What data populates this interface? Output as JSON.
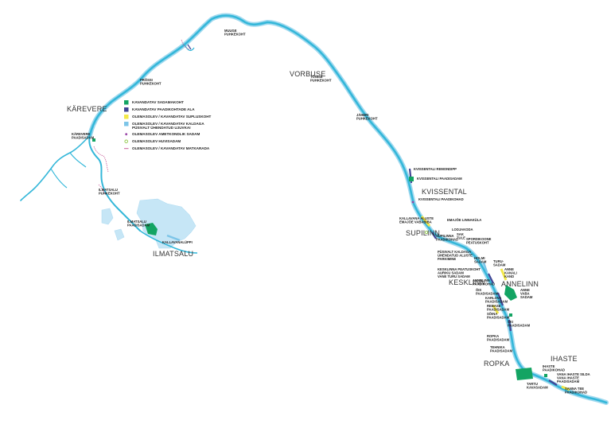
{
  "map": {
    "colors": {
      "river": "#34b7d9",
      "river_light": "#c6e6f6",
      "dock": "#13a463",
      "planned_dock": "#414596",
      "swim": "#f2e84a",
      "floodplain": "#7dc5e8",
      "marina": "#9a47a8",
      "boat_slip": "#8ac63f",
      "route": "#c75d98"
    },
    "area_labels": [
      {
        "id": "karevere",
        "text": "KÄREVERE"
      },
      {
        "id": "vorbuse",
        "text": "VORBUSE"
      },
      {
        "id": "kvissental",
        "text": "KVISSENTAL"
      },
      {
        "id": "supilinn",
        "text": "SUPILINN"
      },
      {
        "id": "ilmatsalu",
        "text": "ILMATSALU"
      },
      {
        "id": "kesklinn",
        "text": "KESKLINN"
      },
      {
        "id": "annelinn",
        "text": "ANNELINN"
      },
      {
        "id": "ropka",
        "text": "ROPKA"
      },
      {
        "id": "ihaste",
        "text": "IHASTE"
      }
    ],
    "place_labels": [
      {
        "id": "muuge",
        "lines": [
          "MUUGE",
          "PUHKEKOHT"
        ]
      },
      {
        "id": "prossi",
        "lines": [
          "PRÕSSI",
          "PUHKEKOHT"
        ]
      },
      {
        "id": "tonise",
        "lines": [
          "TÕNISE",
          "PUHKEKOHT"
        ]
      },
      {
        "id": "jaheri",
        "lines": [
          "JÄHERI",
          "PUHKEKOHT"
        ]
      },
      {
        "id": "karevere-sadam",
        "lines": [
          "KÄREVERE",
          "PAADISADAM"
        ]
      },
      {
        "id": "ilmatsalu-puhkekoht",
        "lines": [
          "ILMATSALU",
          "PUHKEKOHT"
        ]
      },
      {
        "id": "ilmatsalu-paadisadam",
        "lines": [
          "ILMATSALU",
          "PAADISADAM"
        ]
      },
      {
        "id": "kallavanaluppi",
        "lines": [
          "KALLAVANALÜPPI"
        ]
      },
      {
        "id": "kvissentali-rekinoorpp",
        "lines": [
          "KVISSENTALI REMONDIPP"
        ]
      },
      {
        "id": "kvissentali-paadisadam",
        "lines": [
          "KVISSENTALI PAADISADAM"
        ]
      },
      {
        "id": "kvissentali-paadikohad",
        "lines": [
          "KVISSENTALI PAADIKOHAD"
        ]
      },
      {
        "id": "kallavanna",
        "lines": [
          "KALLAVANA ALUSTE",
          "EMAJÕE VABABIBA"
        ]
      },
      {
        "id": "emajoe-linnakula",
        "lines": [
          "EMAJÕE LINNAKÜLA"
        ]
      },
      {
        "id": "lodjakoda",
        "lines": [
          "LODJAKODA"
        ]
      },
      {
        "id": "sak",
        "lines": [
          "SAK",
          "TULE"
        ]
      },
      {
        "id": "supilinna-paadikohad",
        "lines": [
          "SUPILINNA",
          "PAADIKOHAD"
        ]
      },
      {
        "id": "spordikoone",
        "lines": [
          "SPORDIKOONE",
          "PEATUSKOHT"
        ]
      },
      {
        "id": "puusalt",
        "lines": [
          "PÜSIVALT KALDAGA",
          "ÜHENDATUD ALUSTE",
          "PARKIMINE"
        ]
      },
      {
        "id": "holmi",
        "lines": [
          "HOLMI",
          "SADAM"
        ]
      },
      {
        "id": "turusadam",
        "lines": [
          "TURU-",
          "SADAM"
        ]
      },
      {
        "id": "annekanali",
        "lines": [
          "ANNE",
          "KANALI",
          "KAND"
        ]
      },
      {
        "id": "kesklinna-peatus",
        "lines": [
          "KESKLINNA PEATUSKOHT",
          "AURIKU SADAM",
          "VANE TURU SADAM"
        ]
      },
      {
        "id": "annelinn-paadikohad",
        "lines": [
          "ANNELINN",
          "PAADIKOHAD"
        ]
      },
      {
        "id": "ois",
        "lines": [
          "ÕIS",
          "PAADISADAM"
        ]
      },
      {
        "id": "annevabasadam",
        "lines": [
          "ANNE",
          "VABA",
          "SADAM"
        ]
      },
      {
        "id": "kaslitua",
        "lines": [
          "KARLOVA",
          "PAADISADAM"
        ]
      },
      {
        "id": "rebase",
        "lines": [
          "REBASE",
          "PAADISADAM"
        ]
      },
      {
        "id": "soina",
        "lines": [
          "SÕINA",
          "PAADISADAM"
        ]
      },
      {
        "id": "ski",
        "lines": [
          "SKI",
          "PAADISADAM"
        ]
      },
      {
        "id": "ropka-sadam",
        "lines": [
          "ROPKA",
          "PAADISADAM"
        ]
      },
      {
        "id": "tehnika",
        "lines": [
          "TEHNIKA",
          "PAADISADAM"
        ]
      },
      {
        "id": "ihaste-paadikohad",
        "lines": [
          "IHASTE",
          "PAADIKOHAD"
        ]
      },
      {
        "id": "vana-ihaste",
        "lines": [
          "VANA IHASTE SILDA",
          "VANA IHASTE",
          "PAADISADAM"
        ]
      },
      {
        "id": "tartu-kavasadam",
        "lines": [
          "TARTU",
          "KAVASADAM"
        ]
      },
      {
        "id": "sanna-tee",
        "lines": [
          "SANNA TEE",
          "PAADIKOHAD"
        ]
      }
    ],
    "legend": [
      {
        "id": "sadamakoht",
        "label": "KAVANDATAV SADAMAKOHT",
        "swatch": "square",
        "color": "#13a463"
      },
      {
        "id": "paadikohtade-ala",
        "label": "KAVANDATAV PAADIKOHTADE ALA",
        "swatch": "square",
        "color": "#414596"
      },
      {
        "id": "suplus",
        "label": "OLEMASOLEV / KAVANDATAV SUPLUSKOHT",
        "swatch": "square",
        "color": "#f2e84a"
      },
      {
        "id": "kaldaga",
        "label": "OLEMASOLEV / KAVANDATAV KALDAGA",
        "label2": "PÜSIVALT ÜHENDATUD UJUVKAI",
        "swatch": "square",
        "color": "#7dc5e8"
      },
      {
        "id": "ametkondlik",
        "label": "OLEMASOLEV AMETKONDLIK SADAM",
        "swatch": "dot",
        "color": "#9a47a8"
      },
      {
        "id": "huvisadam",
        "label": "OLEMASOLEV HUVISADAM",
        "swatch": "ring",
        "color": "#8ac63f"
      },
      {
        "id": "matkarada",
        "label": "OLEMASOLEV / KAVANDATAV MATKARADA",
        "swatch": "line",
        "color": "#c75d98"
      }
    ]
  }
}
